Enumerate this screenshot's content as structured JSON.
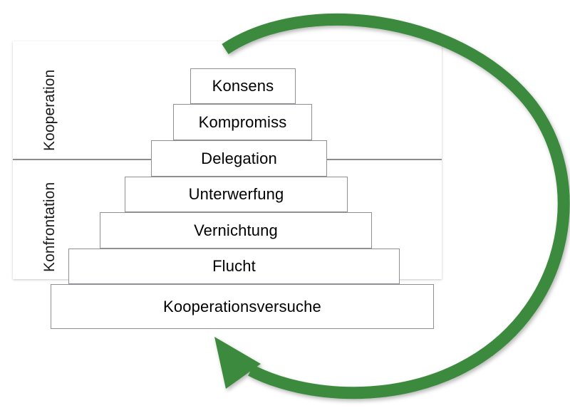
{
  "diagram": {
    "bands": [
      {
        "id": "kooperation",
        "label": "Kooperation"
      },
      {
        "id": "konfrontation",
        "label": "Konfrontation"
      }
    ],
    "tiers": [
      {
        "id": "konsens",
        "label": "Konsens"
      },
      {
        "id": "kompromiss",
        "label": "Kompromiss"
      },
      {
        "id": "delegation",
        "label": "Delegation"
      },
      {
        "id": "unterwerfung",
        "label": "Unterwerfung"
      },
      {
        "id": "vernichtung",
        "label": "Vernichtung"
      },
      {
        "id": "flucht",
        "label": "Flucht"
      },
      {
        "id": "kooperationsversuche",
        "label": "Kooperationsversuche"
      }
    ],
    "arrow": {
      "name": "cycle-arrow",
      "color": "#3a8a3e",
      "direction": "clockwise-returning-to-top"
    },
    "colors": {
      "box_border": "#8f9093",
      "divider": "#8c8c8c",
      "text": "#000000",
      "accent_green": "#3a8a3e",
      "background": "#ffffff"
    }
  }
}
